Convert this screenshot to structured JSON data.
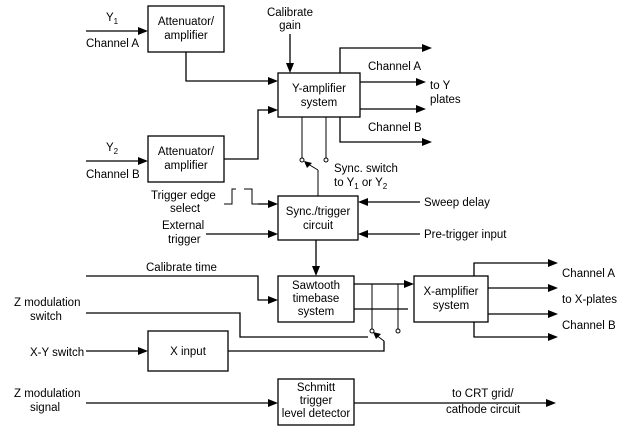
{
  "blocks": {
    "attenuator_a": [
      "Attenuator/",
      "amplifier"
    ],
    "attenuator_b": [
      "Attenuator/",
      "amplifier"
    ],
    "y_amplifier": [
      "Y-amplifier",
      "system"
    ],
    "sync_trigger": [
      "Sync./trigger",
      "circuit"
    ],
    "sawtooth": [
      "Sawtooth",
      "timebase",
      "system"
    ],
    "x_amplifier": [
      "X-amplifier",
      "system"
    ],
    "x_input": [
      "X input"
    ],
    "schmitt": [
      "Schmitt",
      "trigger",
      "level detector"
    ]
  },
  "labels": {
    "y1": "Y",
    "y1_sub": "1",
    "channel_a_in": "Channel A",
    "y2": "Y",
    "y2_sub": "2",
    "channel_b_in": "Channel B",
    "calibrate_gain": [
      "Calibrate",
      "gain"
    ],
    "y_out_channel_a": "Channel A",
    "to_y_plates": [
      "to Y",
      "plates"
    ],
    "y_out_channel_b": "Channel B",
    "sync_switch_line1": "Sync. switch",
    "sync_switch_to": "to Y",
    "sync_switch_sub1": "1",
    "sync_switch_or": " or Y",
    "sync_switch_sub2": "2",
    "trigger_edge_select": [
      "Trigger edge",
      "select"
    ],
    "external_trigger": [
      "External",
      "trigger"
    ],
    "sweep_delay": "Sweep delay",
    "pre_trigger_input": "Pre-trigger input",
    "calibrate_time": "Calibrate time",
    "z_modulation_switch": [
      "Z modulation",
      "switch"
    ],
    "xy_switch": "X-Y switch",
    "z_modulation_signal": [
      "Z modulation",
      "signal"
    ],
    "x_out_channel_a": "Channel A",
    "to_x_plates": "to X-plates",
    "x_out_channel_b": "Channel B",
    "to_crt_grid": [
      "to CRT grid/",
      "cathode circuit"
    ]
  }
}
